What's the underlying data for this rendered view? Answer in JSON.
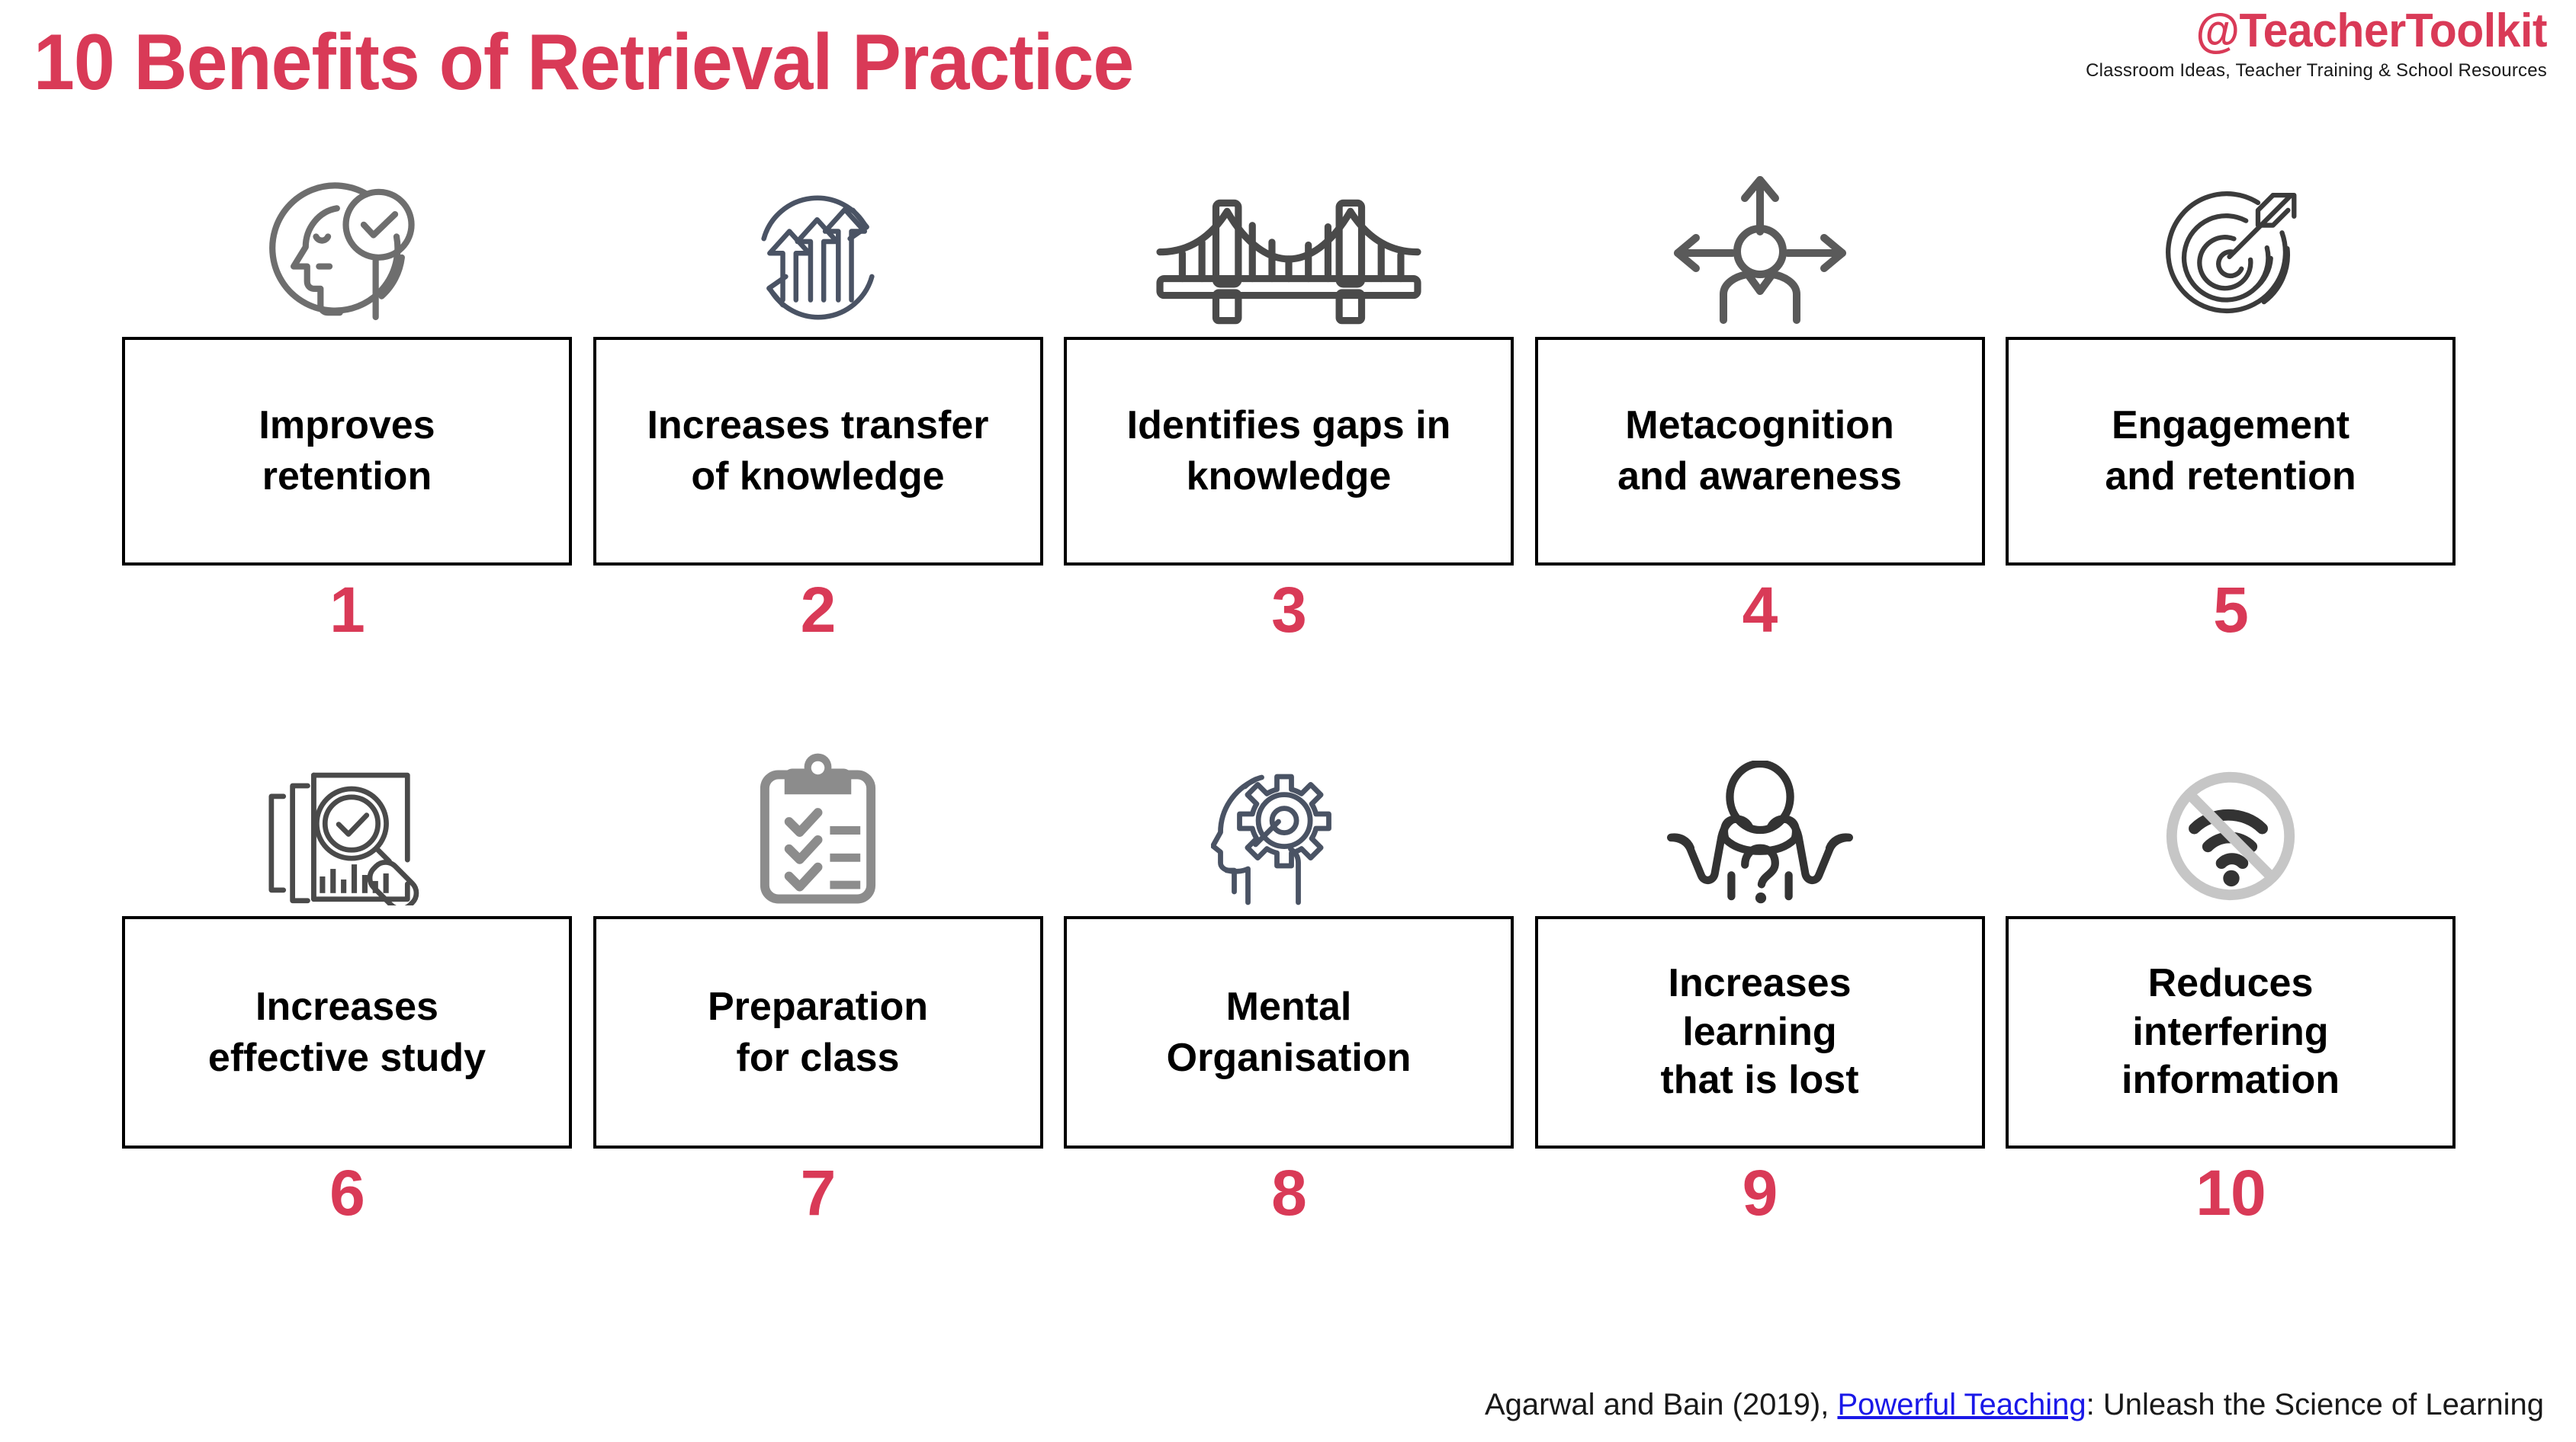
{
  "header": {
    "title": "10 Benefits of Retrieval Practice",
    "brand_name": "@TeacherToolkit",
    "brand_tagline": "Classroom Ideas, Teacher Training & School Resources"
  },
  "colors": {
    "accent_red": "#d93a57",
    "box_border": "#000000",
    "box_text": "#000000",
    "link_blue": "#1a18e8",
    "icon_gray": "#6e6e6e",
    "icon_slate": "#4a5364",
    "icon_dark": "#3f3f3f",
    "icon_light_gray": "#8c8c8c",
    "background": "#ffffff"
  },
  "benefits": [
    {
      "number": "1",
      "label": "Improves\nretention",
      "icon": "head-check-icon"
    },
    {
      "number": "2",
      "label": "Increases transfer\nof knowledge",
      "icon": "growth-arrows-cycle-icon"
    },
    {
      "number": "3",
      "label": "Identifies gaps in\nknowledge",
      "icon": "suspension-bridge-icon"
    },
    {
      "number": "4",
      "label": "Metacognition\nand awareness",
      "icon": "person-arrows-icon"
    },
    {
      "number": "5",
      "label": "Engagement\nand retention",
      "icon": "target-dart-icon"
    },
    {
      "number": "6",
      "label": "Increases\neffective study",
      "icon": "documents-magnifier-icon"
    },
    {
      "number": "7",
      "label": "Preparation\nfor class",
      "icon": "clipboard-checklist-icon"
    },
    {
      "number": "8",
      "label": "Mental\nOrganisation",
      "icon": "head-gear-icon"
    },
    {
      "number": "9",
      "label": "Increases\nlearning\nthat is lost",
      "icon": "shrug-question-icon"
    },
    {
      "number": "10",
      "label": "Reduces\ninterfering\ninformation",
      "icon": "no-wifi-icon"
    }
  ],
  "footer": {
    "citation_prefix": "Agarwal and Bain (2019), ",
    "citation_link": "Powerful Teaching",
    "citation_suffix": ": Unleash the Science of Learning"
  }
}
